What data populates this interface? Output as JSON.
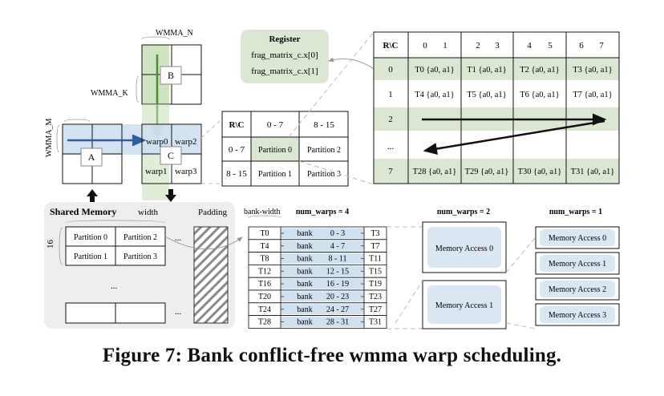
{
  "wmma": {
    "n_label": "WMMA_N",
    "k_label": "WMMA_K",
    "m_label": "WMMA_M",
    "a_label": "A",
    "b_label": "B",
    "c_label": "C",
    "warps": [
      "warp0",
      "warp2",
      "warp1",
      "warp3"
    ]
  },
  "register": {
    "title": "Register",
    "lines": [
      "frag_matrix_c.x[0]",
      "frag_matrix_c.x[1]"
    ]
  },
  "partition_table": {
    "header": [
      "R\\C",
      "0 - 7",
      "8 - 15"
    ],
    "rows": [
      [
        "0 - 7",
        "Partition 0",
        "Partition 2"
      ],
      [
        "8 - 15",
        "Partition 1",
        "Partition 3"
      ]
    ]
  },
  "thread_table": {
    "header": [
      "R\\C",
      "0",
      "1",
      "2",
      "3",
      "4",
      "5",
      "6",
      "7"
    ],
    "rows": [
      [
        "0",
        "T0 {a0, a1}",
        "T1 {a0, a1}",
        "T2 {a0, a1}",
        "T3 {a0, a1}"
      ],
      [
        "1",
        "T4 {a0, a1}",
        "T5 {a0, a1}",
        "T6 {a0, a1}",
        "T7 {a0, a1}"
      ],
      [
        "2",
        "",
        "",
        "",
        ""
      ],
      [
        "...",
        "",
        "",
        "",
        ""
      ],
      [
        "7",
        "T28 {a0, a1}",
        "T29 {a0, a1}",
        "T30 {a0, a1}",
        "T31 {a0, a1}"
      ]
    ]
  },
  "shared_memory": {
    "title": "Shared Memory",
    "width_label": "width",
    "padding_label": "Padding",
    "row_label": "16",
    "partitions": [
      "Partition 0",
      "Partition 2",
      "Partition 1",
      "Partition 3"
    ],
    "ellipsis": "..."
  },
  "bank_table": {
    "width_label": "bank-width",
    "title": "num_warps = 4",
    "bank_word": "bank",
    "rows": [
      [
        "T0",
        "0 - 3",
        "T3"
      ],
      [
        "T4",
        "4 - 7",
        "T7"
      ],
      [
        "T8",
        "8 - 11",
        "T11"
      ],
      [
        "T12",
        "12 - 15",
        "T15"
      ],
      [
        "T16",
        "16 - 19",
        "T19"
      ],
      [
        "T20",
        "20 - 23",
        "T23"
      ],
      [
        "T24",
        "24 - 27",
        "T27"
      ],
      [
        "T28",
        "28 - 31",
        "T31"
      ]
    ]
  },
  "warps2": {
    "title": "num_warps = 2",
    "items": [
      "Memory Access 0",
      "Memory Access 1"
    ]
  },
  "warps1": {
    "title": "num_warps = 1",
    "items": [
      "Memory Access 0",
      "Memory Access 1",
      "Memory Access 2",
      "Memory Access 3"
    ]
  },
  "caption": "Figure 7: Bank conflict-free wmma warp scheduling.",
  "colors": {
    "green_fill": "#dcecd2",
    "green_strong": "#b8d9a6",
    "green_arrow": "#4f8a2f",
    "blue_fill": "#dce9f5",
    "blue_arrow": "#2e5f9b",
    "panel": "#f0f0f0",
    "gray_dash": "#b5b5b5"
  }
}
